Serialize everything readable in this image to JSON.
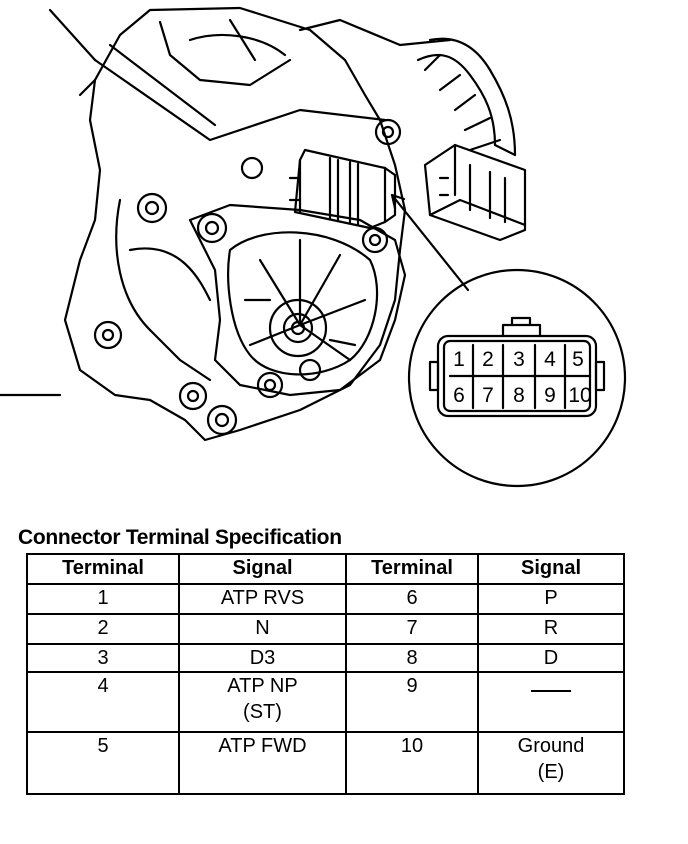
{
  "connector": {
    "pins": [
      "1",
      "2",
      "3",
      "4",
      "5",
      "6",
      "7",
      "8",
      "9",
      "10"
    ]
  },
  "spec": {
    "title": "Connector Terminal Specification",
    "headers": [
      "Terminal",
      "Signal",
      "Terminal",
      "Signal"
    ],
    "rows": [
      {
        "t1": "1",
        "s1": "ATP RVS",
        "t2": "6",
        "s2": "P"
      },
      {
        "t1": "2",
        "s1": "N",
        "t2": "7",
        "s2": "R"
      },
      {
        "t1": "3",
        "s1": "D3",
        "t2": "8",
        "s2": "D"
      },
      {
        "t1": "4",
        "s1": "ATP NP",
        "s1b": "(ST)",
        "t2": "9",
        "s2": "—"
      },
      {
        "t1": "5",
        "s1": "ATP FWD",
        "t2": "10",
        "s2": "Ground",
        "s2b": "(E)"
      }
    ]
  }
}
